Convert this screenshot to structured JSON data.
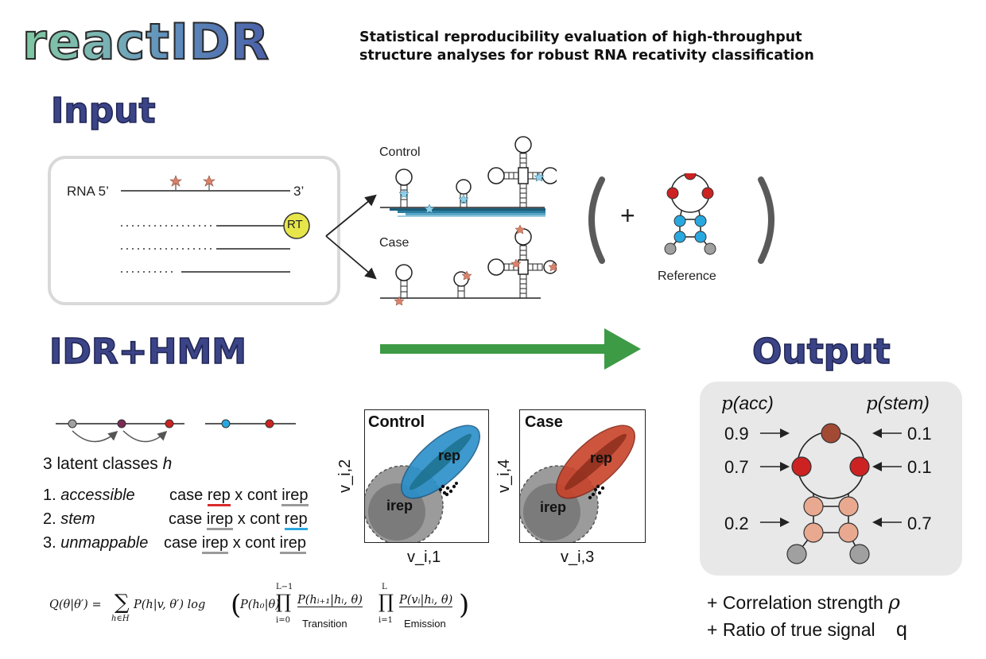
{
  "header": {
    "logo_text": "reactIDR",
    "subtitle_line1": "Statistical reproducibility evaluation of high-throughput",
    "subtitle_line2": "structure analyses for robust RNA recativity classification"
  },
  "input": {
    "title": "Input",
    "rna_label": "RNA 5’",
    "rna_end": "3’",
    "rt_label": "RT",
    "control_label": "Control",
    "case_label": "Case",
    "plus": "+",
    "reference_label": "Reference"
  },
  "method": {
    "title": "IDR+HMM",
    "latent_text": "3 latent classes",
    "latent_var": "h",
    "classes": [
      {
        "num": "1.",
        "name": "accessible",
        "case_word": "case",
        "case_tag": "rep",
        "mid": "x cont",
        "cont_tag": "irep"
      },
      {
        "num": "2.",
        "name": "stem",
        "case_word": "case",
        "case_tag": "irep",
        "mid": "x cont",
        "cont_tag": "rep"
      },
      {
        "num": "3.",
        "name": "unmappable",
        "case_word": "case",
        "case_tag": "irep",
        "mid": "x cont",
        "cont_tag": "irep"
      }
    ],
    "formula": {
      "lhs": "Q(θ|θ′) =",
      "sum_sub": "h∈H",
      "body1": "P(h|v, θ′) log",
      "body2": "P(h₀|θ)",
      "prod1_top": "L−1",
      "prod1_bot": "i=0",
      "trans": "P(hᵢ₊₁|hᵢ, θ)",
      "trans_label": "Transition",
      "prod2_top": "L",
      "prod2_bot": "i=1",
      "emis": "P(vᵢ|hᵢ, θ)",
      "emis_label": "Emission"
    }
  },
  "scatter_plots": [
    {
      "title": "Control",
      "rep_label": "rep",
      "irep_label": "irep",
      "xlabel": "v_i,1",
      "ylabel": "v_i,2",
      "rep_color": "#2a8fc9"
    },
    {
      "title": "Case",
      "rep_label": "rep",
      "irep_label": "irep",
      "xlabel": "v_i,3",
      "ylabel": "v_i,4",
      "rep_color": "#c8432a"
    }
  ],
  "output": {
    "title": "Output",
    "p_acc_pre": "p",
    "p_acc_arg": "(acc)",
    "p_stem_pre": "p",
    "p_stem_arg": "(stem)",
    "rows": [
      {
        "acc": "0.9",
        "stem": "0.1"
      },
      {
        "acc": "0.7",
        "stem": "0.1"
      },
      {
        "acc": "0.2",
        "stem": "0.7"
      }
    ],
    "extra1_text": "+ Correlation strength",
    "extra1_sym": "ρ",
    "extra2_text": "+ Ratio of true signal",
    "extra2_sym": "q"
  },
  "colors": {
    "section_title": "#3c4488",
    "arrow_green": "#3d9a45",
    "rt_yellow": "#e6e64a",
    "red_node": "#cc2222",
    "blue_node": "#29a8e0",
    "grey_node": "#a0a0a0",
    "salmon_node": "#e8a990",
    "brown_node": "#a34a35"
  }
}
